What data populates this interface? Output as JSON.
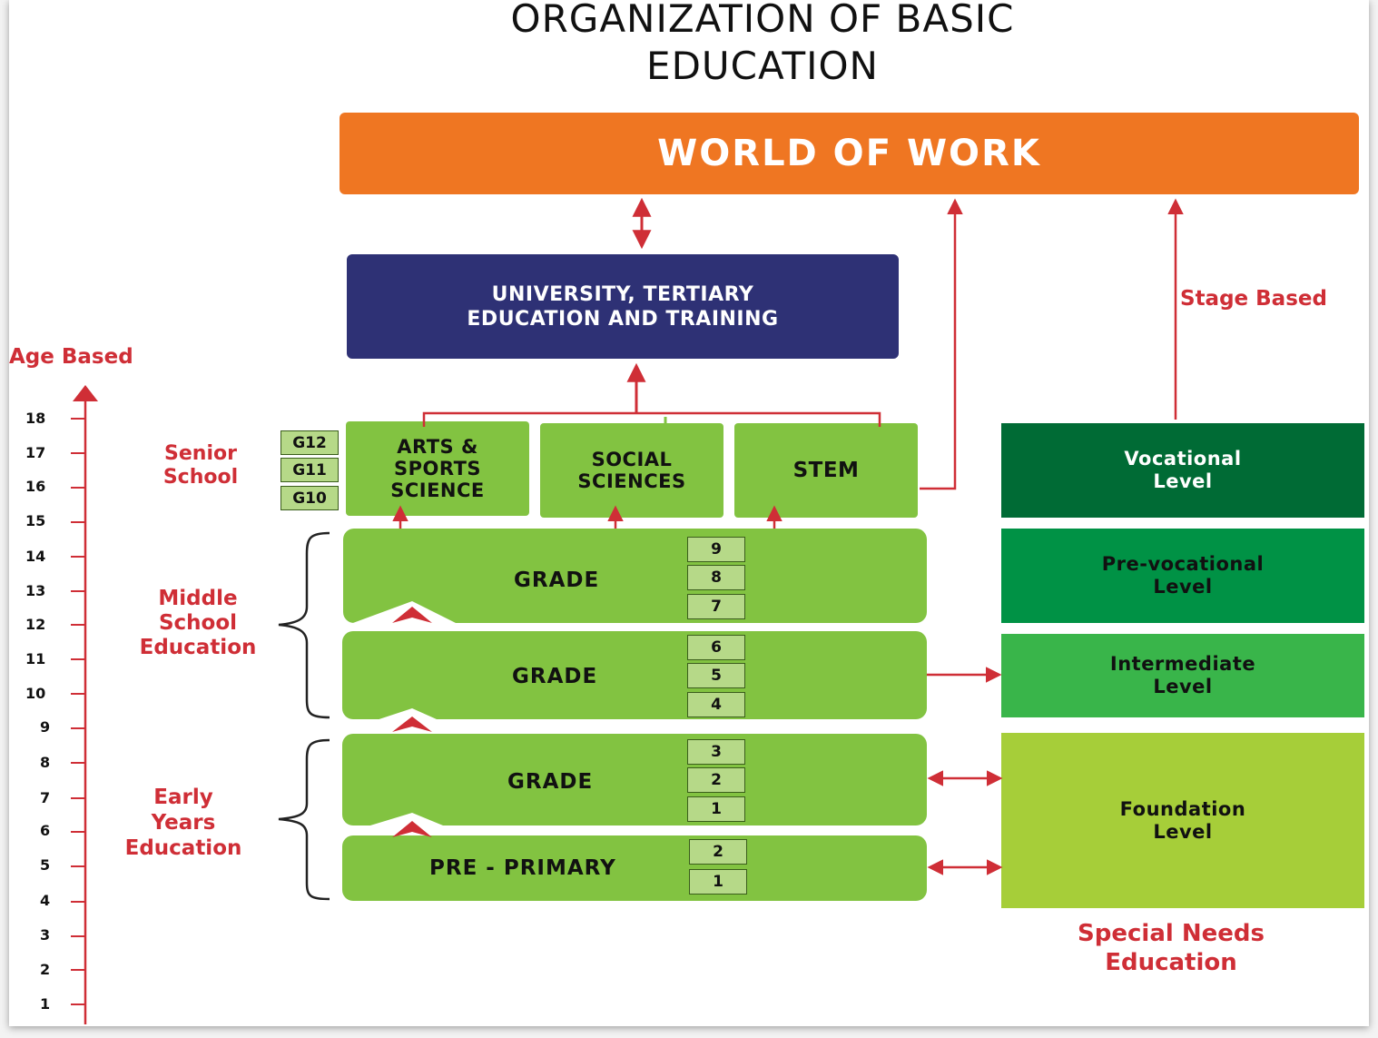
{
  "title_lines": [
    "ORGANIZATION OF BASIC",
    "EDUCATION"
  ],
  "world_of_work": "WORLD OF WORK",
  "university": "UNIVERSITY, TERTIARY\nEDUCATION AND TRAINING",
  "age_axis": {
    "label": "Age Based",
    "ticks": [
      "18",
      "17",
      "16",
      "15",
      "14",
      "13",
      "12",
      "11",
      "10",
      "9",
      "8",
      "7",
      "6",
      "5",
      "4",
      "3",
      "2",
      "1"
    ]
  },
  "stage_label": "Stage Based",
  "senior_school": {
    "label": "Senior\nSchool",
    "grades": [
      "G12",
      "G11",
      "G10"
    ],
    "pathways": [
      "ARTS &\nSPORTS\nSCIENCE",
      "SOCIAL\nSCIENCES",
      "STEM"
    ]
  },
  "middle_school": {
    "label": "Middle\nSchool\nEducation",
    "upper": {
      "label": "GRADE",
      "numbers": [
        "9",
        "8",
        "7"
      ]
    },
    "lower": {
      "label": "GRADE",
      "numbers": [
        "6",
        "5",
        "4"
      ]
    }
  },
  "early_years": {
    "label": "Early\nYears\nEducation",
    "primary": {
      "label": "GRADE",
      "numbers": [
        "3",
        "2",
        "1"
      ]
    },
    "pre_primary": {
      "label": "PRE - PRIMARY",
      "numbers": [
        "2",
        "1"
      ]
    }
  },
  "special_needs": {
    "label": "Special Needs\nEducation",
    "levels": [
      {
        "label": "Vocational\nLevel",
        "color": "#006b35",
        "text_color": "#ffffff"
      },
      {
        "label": "Pre-vocational\nLevel",
        "color": "#009245",
        "text_color": "#111111"
      },
      {
        "label": "Intermediate\nLevel",
        "color": "#39b54a",
        "text_color": "#111111"
      },
      {
        "label": "Foundation\nLevel",
        "color": "#a6ce39",
        "text_color": "#111111"
      }
    ]
  },
  "colors": {
    "world_of_work": "#ef7622",
    "university": "#2e3175",
    "grade_green": "#82c341",
    "number_box": "#b6d988",
    "arrow_red": "#cf2e36"
  }
}
